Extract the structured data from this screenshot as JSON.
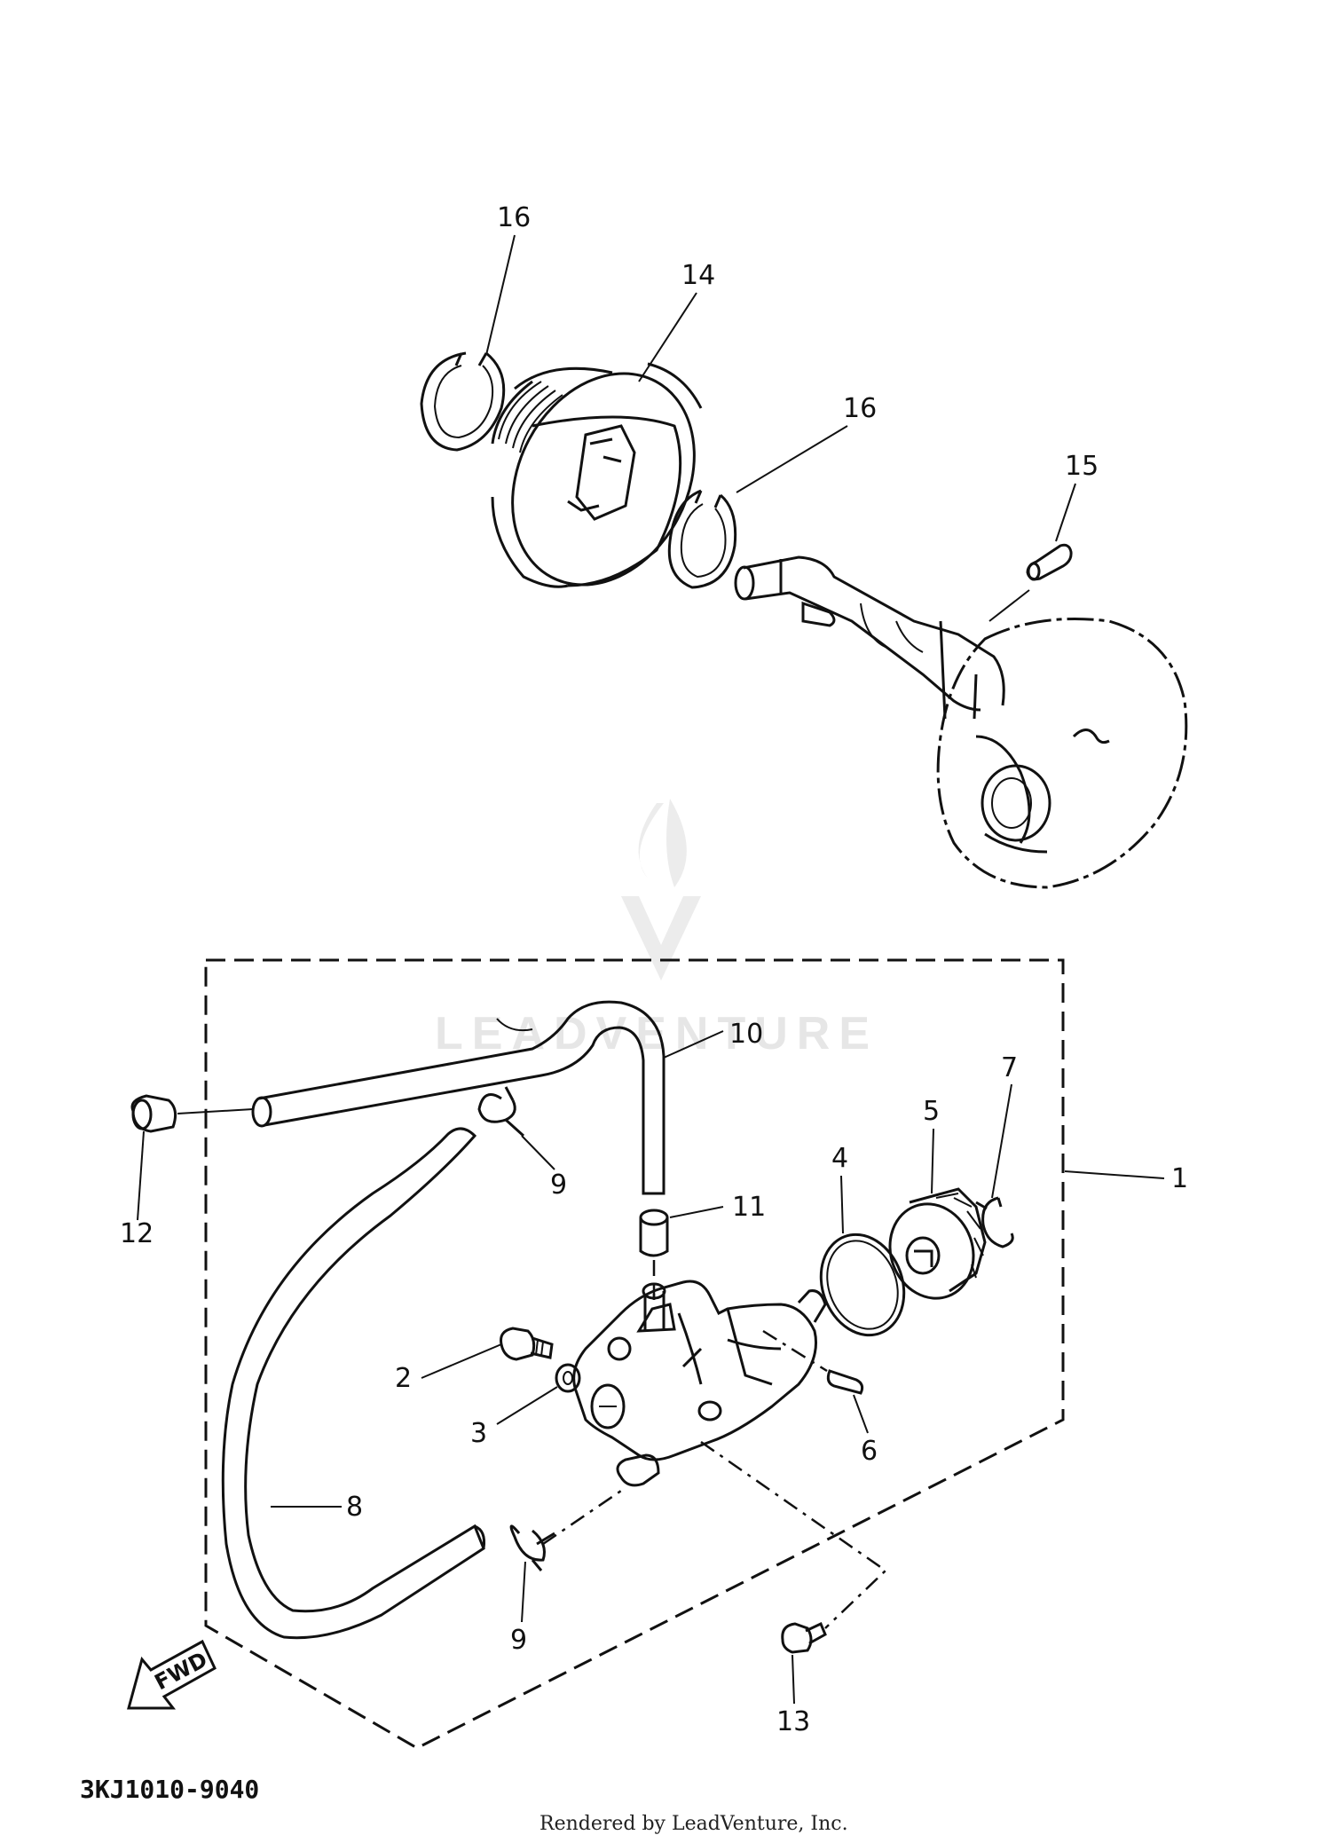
{
  "diagram": {
    "part_code": "3KJ1010-9040",
    "credit": "Rendered by LeadVenture, Inc.",
    "watermark": "LEADVENTURE",
    "fwd_label": "FWD",
    "callouts": {
      "c1": "1",
      "c2": "2",
      "c3": "3",
      "c4": "4",
      "c5": "5",
      "c6": "6",
      "c7": "7",
      "c8": "8",
      "c9a": "9",
      "c9b": "9",
      "c10": "10",
      "c11": "11",
      "c12": "12",
      "c13": "13",
      "c14": "14",
      "c15": "15",
      "c16a": "16",
      "c16b": "16"
    }
  }
}
